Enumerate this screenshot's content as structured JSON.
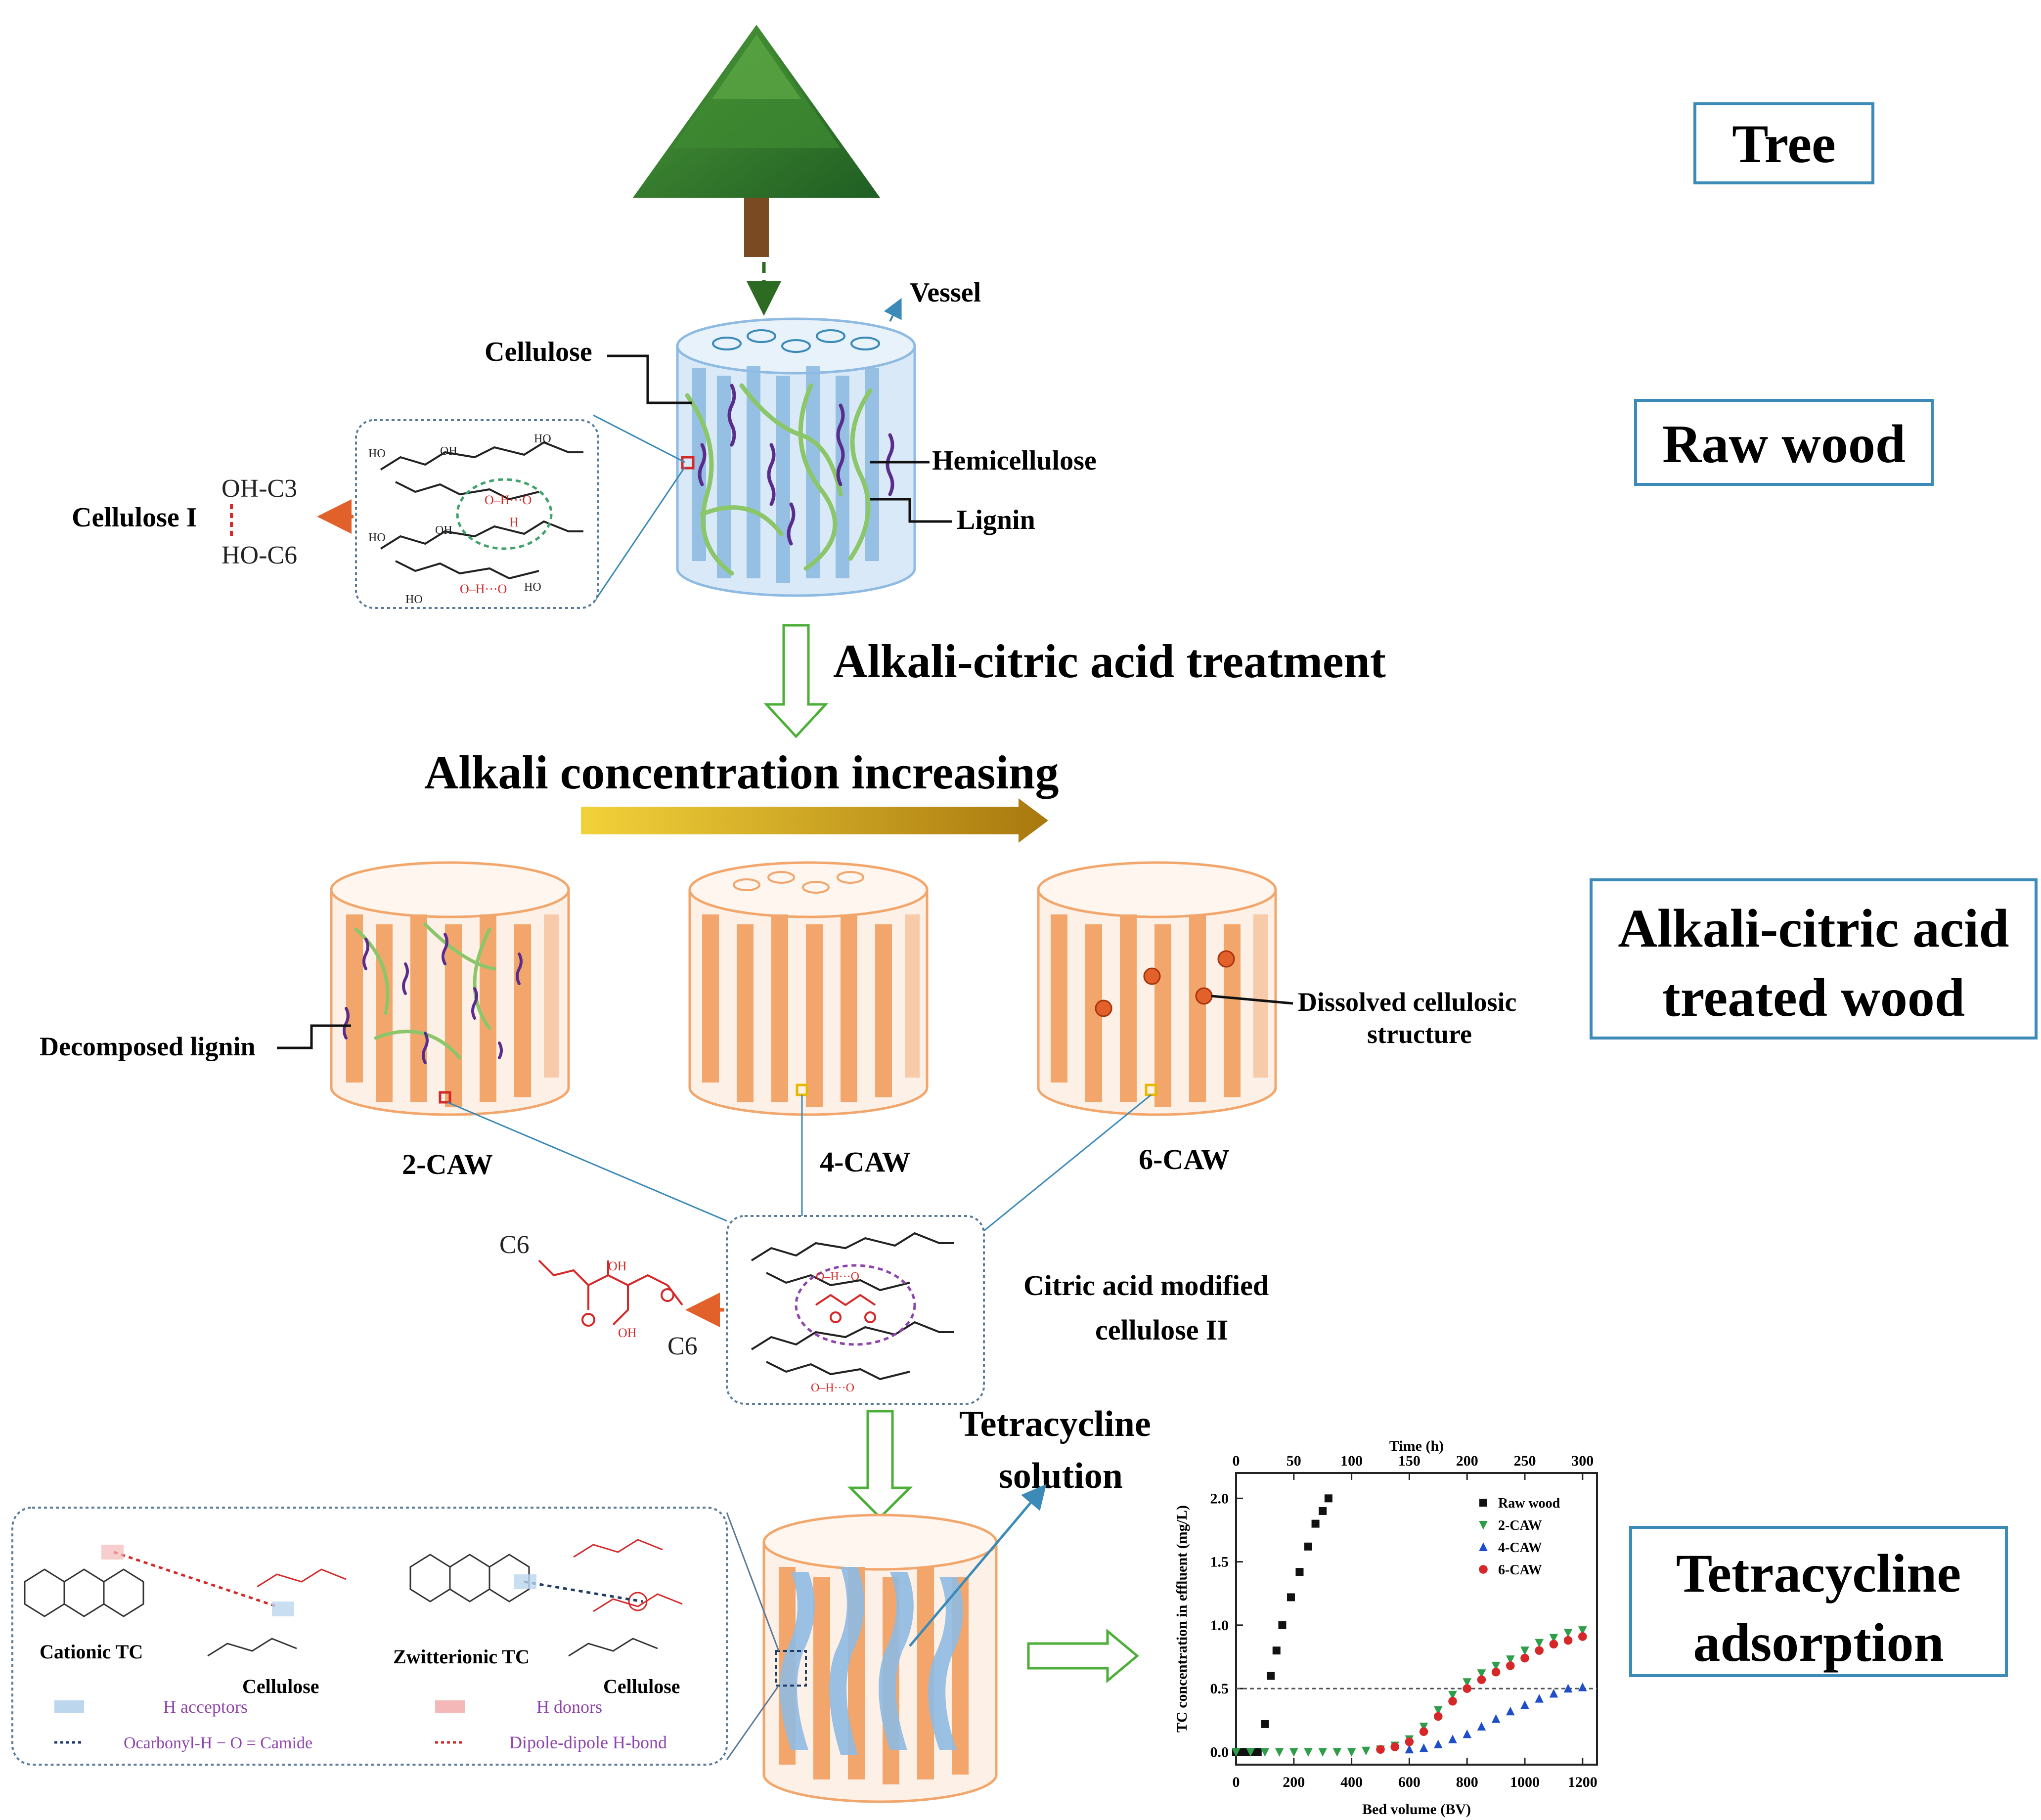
{
  "stage_labels": {
    "tree": "Tree",
    "raw_wood": "Raw wood",
    "treated_line1": "Alkali-citric acid",
    "treated_line2": "treated wood",
    "adsorption_line1": "Tetracycline",
    "adsorption_line2": "adsorption"
  },
  "raw_wood": {
    "vessel": "Vessel",
    "cellulose": "Cellulose",
    "hemicellulose": "Hemicellulose",
    "lignin": "Lignin",
    "cellulose_i": "Cellulose I",
    "oh_c3": "OH-C3",
    "ho_c6": "HO-C6"
  },
  "treatment": {
    "step": "Alkali-citric acid treatment",
    "gradient": "Alkali concentration increasing"
  },
  "treated": {
    "decomposed_lignin": "Decomposed lignin",
    "dissolved_line1": "Dissolved cellulosic",
    "dissolved_line2": "structure",
    "samples": [
      "2-CAW",
      "4-CAW",
      "6-CAW"
    ],
    "modified_line1": "Citric acid modified",
    "modified_line2": "cellulose II",
    "c6_top": "C6",
    "c6_bottom": "C6"
  },
  "adsorption": {
    "solution_line1": "Tetracycline",
    "solution_line2": "solution",
    "cationic_tc": "Cationic TC",
    "zwitterionic_tc": "Zwitterionic TC",
    "cellulose_left": "Cellulose",
    "cellulose_right": "Cellulose",
    "legend": [
      "H acceptors",
      "H donors",
      "Ocarbonyl-H − O = Camide",
      "Dipole-dipole  H-bond"
    ]
  },
  "colors": {
    "frame_blue": "#3b8ab8",
    "tree_green": "#2e7d32",
    "arrow_green": "#4caf3a",
    "wood_blue": "#8fbbe3",
    "treated_orange": "#f2a66b",
    "lignin_purple": "#5a2d8c",
    "hemi_green": "#8cc66a",
    "chem_red": "#d62828",
    "gradient_start": "#f2d23a",
    "gradient_end": "#a8780e"
  },
  "chart_data": {
    "type": "scatter",
    "xlabel": "Bed volume (BV)",
    "ylabel": "TC concentration in effluent (mg/L)",
    "x2label": "Time (h)",
    "xlim": [
      0,
      1250
    ],
    "ylim": [
      -0.1,
      2.2
    ],
    "x2lim": [
      0,
      312.5
    ],
    "xticks": [
      0,
      200,
      400,
      600,
      800,
      1000,
      1200
    ],
    "x2ticks": [
      0,
      50,
      100,
      150,
      200,
      250,
      300
    ],
    "yticks": [
      0.0,
      0.5,
      1.0,
      1.5,
      2.0
    ],
    "reference_line_y": 0.5,
    "legend_position": "top-right",
    "series": [
      {
        "name": "Raw wood",
        "color": "#111111",
        "marker": "square",
        "x": [
          0,
          25,
          50,
          75,
          100,
          120,
          140,
          160,
          190,
          220,
          250,
          275,
          300,
          320
        ],
        "y": [
          0.0,
          0.0,
          0.0,
          0.0,
          0.22,
          0.6,
          0.8,
          1.0,
          1.22,
          1.42,
          1.62,
          1.8,
          1.9,
          2.0
        ]
      },
      {
        "name": "2-CAW",
        "color": "#2e9e4a",
        "marker": "triangle-down",
        "x": [
          0,
          50,
          100,
          150,
          200,
          250,
          300,
          350,
          400,
          450,
          500,
          550,
          600,
          650,
          700,
          750,
          800,
          850,
          900,
          950,
          1000,
          1050,
          1100,
          1150,
          1200
        ],
        "y": [
          0.0,
          0.0,
          0.0,
          0.0,
          0.0,
          0.0,
          0.0,
          0.0,
          0.0,
          0.01,
          0.02,
          0.05,
          0.1,
          0.2,
          0.33,
          0.45,
          0.55,
          0.62,
          0.68,
          0.73,
          0.8,
          0.86,
          0.9,
          0.94,
          0.96
        ]
      },
      {
        "name": "4-CAW",
        "color": "#1f4fc8",
        "marker": "triangle-up",
        "x": [
          600,
          650,
          700,
          750,
          800,
          850,
          900,
          950,
          1000,
          1050,
          1100,
          1150,
          1200
        ],
        "y": [
          0.02,
          0.03,
          0.06,
          0.1,
          0.14,
          0.2,
          0.26,
          0.32,
          0.37,
          0.42,
          0.46,
          0.5,
          0.51
        ]
      },
      {
        "name": "6-CAW",
        "color": "#d62828",
        "marker": "circle",
        "x": [
          500,
          550,
          600,
          650,
          700,
          750,
          800,
          850,
          900,
          950,
          1000,
          1050,
          1100,
          1150,
          1200
        ],
        "y": [
          0.02,
          0.04,
          0.08,
          0.16,
          0.28,
          0.4,
          0.5,
          0.57,
          0.63,
          0.68,
          0.74,
          0.8,
          0.85,
          0.88,
          0.91
        ]
      }
    ]
  }
}
